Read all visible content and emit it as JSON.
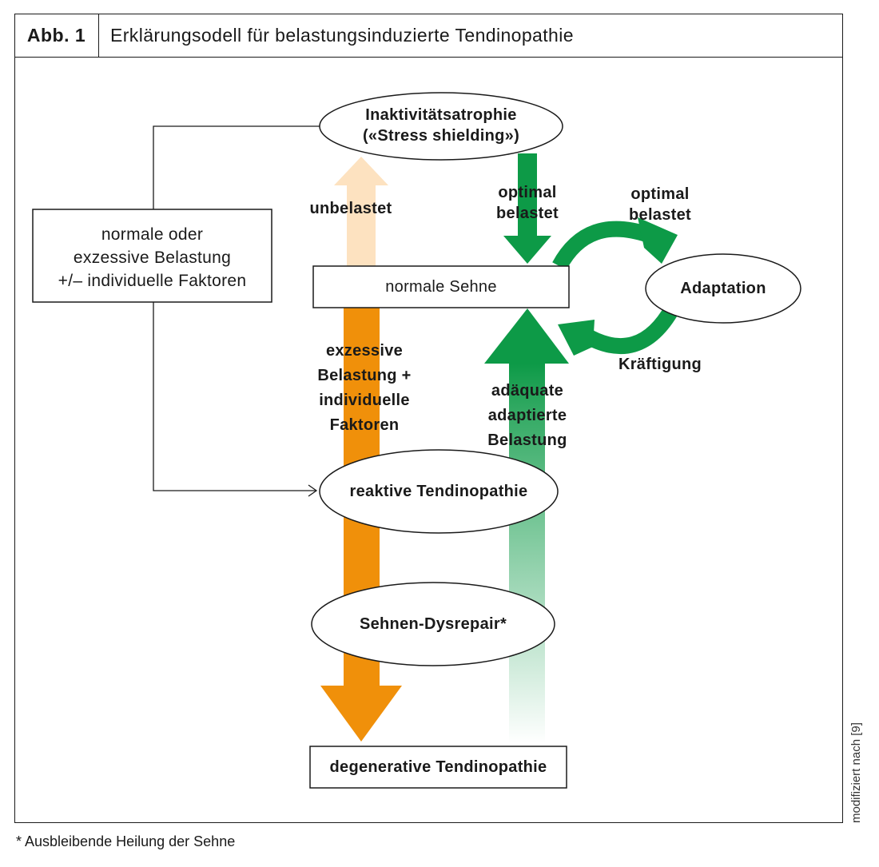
{
  "figure": {
    "label": "Abb. 1",
    "title": "Erklärungsodell für belastungsinduzierte Tendinopathie",
    "footnote": "* Ausbleibende Heilung der Sehne",
    "source": "modifiziert nach [9]"
  },
  "nodes": {
    "inaktivitaet_line1": "Inaktivitätsatrophie",
    "inaktivitaet_line2": "(«Stress shielding»)",
    "belastung_line1": "normale oder",
    "belastung_line2": "exzessive Belastung",
    "belastung_line3": "+/– individuelle Faktoren",
    "normale_sehne": "normale Sehne",
    "adaptation": "Adaptation",
    "reaktive": "reaktive Tendinopathie",
    "dysrepair": "Sehnen-Dysrepair*",
    "degenerative": "degenerative Tendinopathie"
  },
  "edge_labels": {
    "unbelastet": "unbelastet",
    "optimal_line1": "optimal",
    "optimal_line2": "belastet",
    "optimal_loop_line1": "optimal",
    "optimal_loop_line2": "belastet",
    "kraeftigung": "Kräftigung",
    "exzessive_line1": "exzessive",
    "exzessive_line2": "Belastung +",
    "exzessive_line3": "individuelle",
    "exzessive_line4": "Faktoren",
    "adaequate_line1": "adäquate",
    "adaequate_line2": "adaptierte",
    "adaequate_line3": "Belastung"
  },
  "colors": {
    "orange": "#f0900a",
    "light_orange": "#fde2c0",
    "green": "#0d9a47",
    "outline": "#1a1a1a"
  }
}
